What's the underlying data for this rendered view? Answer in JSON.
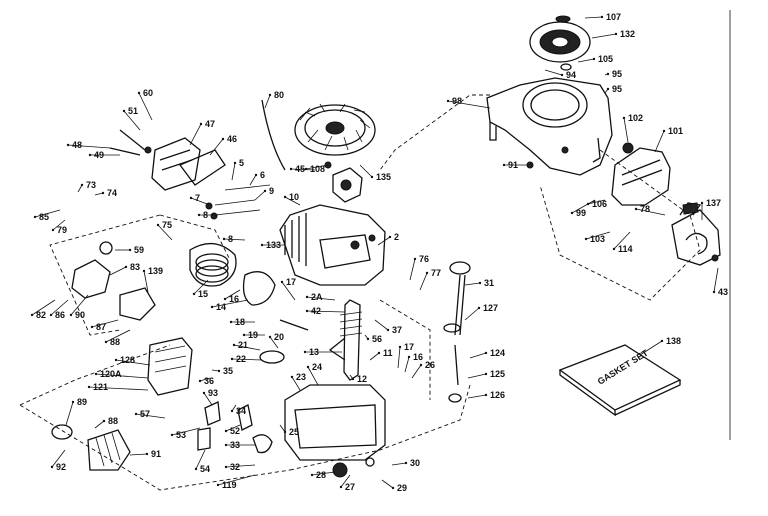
{
  "diagram": {
    "labels": [
      {
        "id": "l107",
        "text": "107"
      },
      {
        "id": "l132",
        "text": "132"
      },
      {
        "id": "l105",
        "text": "105"
      },
      {
        "id": "l94",
        "text": "94"
      },
      {
        "id": "l95a",
        "text": "95"
      },
      {
        "id": "l95b",
        "text": "95"
      },
      {
        "id": "l98",
        "text": "98"
      },
      {
        "id": "l102",
        "text": "102"
      },
      {
        "id": "l101",
        "text": "101"
      },
      {
        "id": "l91a",
        "text": "91"
      },
      {
        "id": "l99",
        "text": "99"
      },
      {
        "id": "l106",
        "text": "106"
      },
      {
        "id": "l78",
        "text": "78"
      },
      {
        "id": "l137",
        "text": "137"
      },
      {
        "id": "l103",
        "text": "103"
      },
      {
        "id": "l114",
        "text": "114"
      },
      {
        "id": "l43",
        "text": "43"
      },
      {
        "id": "l60",
        "text": "60"
      },
      {
        "id": "l51",
        "text": "51"
      },
      {
        "id": "l47",
        "text": "47"
      },
      {
        "id": "l46",
        "text": "46"
      },
      {
        "id": "l48",
        "text": "48"
      },
      {
        "id": "l49",
        "text": "49"
      },
      {
        "id": "l5",
        "text": "5"
      },
      {
        "id": "l6",
        "text": "6"
      },
      {
        "id": "l9",
        "text": "9"
      },
      {
        "id": "l80",
        "text": "80"
      },
      {
        "id": "l108",
        "text": "108"
      },
      {
        "id": "l45",
        "text": "45"
      },
      {
        "id": "l135",
        "text": "135"
      },
      {
        "id": "l10",
        "text": "10"
      },
      {
        "id": "l7",
        "text": "7"
      },
      {
        "id": "l8a",
        "text": "8"
      },
      {
        "id": "l8b",
        "text": "8"
      },
      {
        "id": "l133",
        "text": "133"
      },
      {
        "id": "l2",
        "text": "2"
      },
      {
        "id": "l73",
        "text": "73"
      },
      {
        "id": "l74",
        "text": "74"
      },
      {
        "id": "l85",
        "text": "85"
      },
      {
        "id": "l79",
        "text": "79"
      },
      {
        "id": "l75",
        "text": "75"
      },
      {
        "id": "l59",
        "text": "59"
      },
      {
        "id": "l83",
        "text": "83"
      },
      {
        "id": "l139",
        "text": "139"
      },
      {
        "id": "l15",
        "text": "15"
      },
      {
        "id": "l16",
        "text": "16"
      },
      {
        "id": "l14",
        "text": "14"
      },
      {
        "id": "l17",
        "text": "17"
      },
      {
        "id": "l76",
        "text": "76"
      },
      {
        "id": "l77",
        "text": "77"
      },
      {
        "id": "l31",
        "text": "31"
      },
      {
        "id": "l82",
        "text": "82"
      },
      {
        "id": "l86",
        "text": "86"
      },
      {
        "id": "l90",
        "text": "90"
      },
      {
        "id": "l87",
        "text": "87"
      },
      {
        "id": "l88",
        "text": "88"
      },
      {
        "id": "l2a",
        "text": "2A"
      },
      {
        "id": "l42",
        "text": "42"
      },
      {
        "id": "l18",
        "text": "18"
      },
      {
        "id": "l19",
        "text": "19"
      },
      {
        "id": "l37",
        "text": "37"
      },
      {
        "id": "l127",
        "text": "127"
      },
      {
        "id": "l20",
        "text": "20"
      },
      {
        "id": "l21",
        "text": "21"
      },
      {
        "id": "l22",
        "text": "22"
      },
      {
        "id": "l13",
        "text": "13"
      },
      {
        "id": "l56",
        "text": "56"
      },
      {
        "id": "l17b",
        "text": "17"
      },
      {
        "id": "l16b",
        "text": "16"
      },
      {
        "id": "l26",
        "text": "26"
      },
      {
        "id": "l11",
        "text": "11"
      },
      {
        "id": "l12",
        "text": "12"
      },
      {
        "id": "l124",
        "text": "124"
      },
      {
        "id": "l125",
        "text": "125"
      },
      {
        "id": "l126",
        "text": "126"
      },
      {
        "id": "l128",
        "text": "128"
      },
      {
        "id": "l120a",
        "text": "120A"
      },
      {
        "id": "l121",
        "text": "121"
      },
      {
        "id": "l35",
        "text": "35"
      },
      {
        "id": "l93",
        "text": "93"
      },
      {
        "id": "l36",
        "text": "36"
      },
      {
        "id": "l23",
        "text": "23"
      },
      {
        "id": "l24",
        "text": "24"
      },
      {
        "id": "l138",
        "text": "138"
      },
      {
        "id": "l89",
        "text": "89"
      },
      {
        "id": "l88b",
        "text": "88"
      },
      {
        "id": "l57",
        "text": "57"
      },
      {
        "id": "l53",
        "text": "53"
      },
      {
        "id": "l34",
        "text": "34"
      },
      {
        "id": "l52",
        "text": "52"
      },
      {
        "id": "l25",
        "text": "25"
      },
      {
        "id": "l33",
        "text": "33"
      },
      {
        "id": "l32",
        "text": "32"
      },
      {
        "id": "l92",
        "text": "92"
      },
      {
        "id": "l91b",
        "text": "91"
      },
      {
        "id": "l54",
        "text": "54"
      },
      {
        "id": "l119",
        "text": "119"
      },
      {
        "id": "l28",
        "text": "28"
      },
      {
        "id": "l27",
        "text": "27"
      },
      {
        "id": "l30",
        "text": "30"
      },
      {
        "id": "l29",
        "text": "29"
      }
    ],
    "gasket_set_text": "GASKET SET"
  }
}
